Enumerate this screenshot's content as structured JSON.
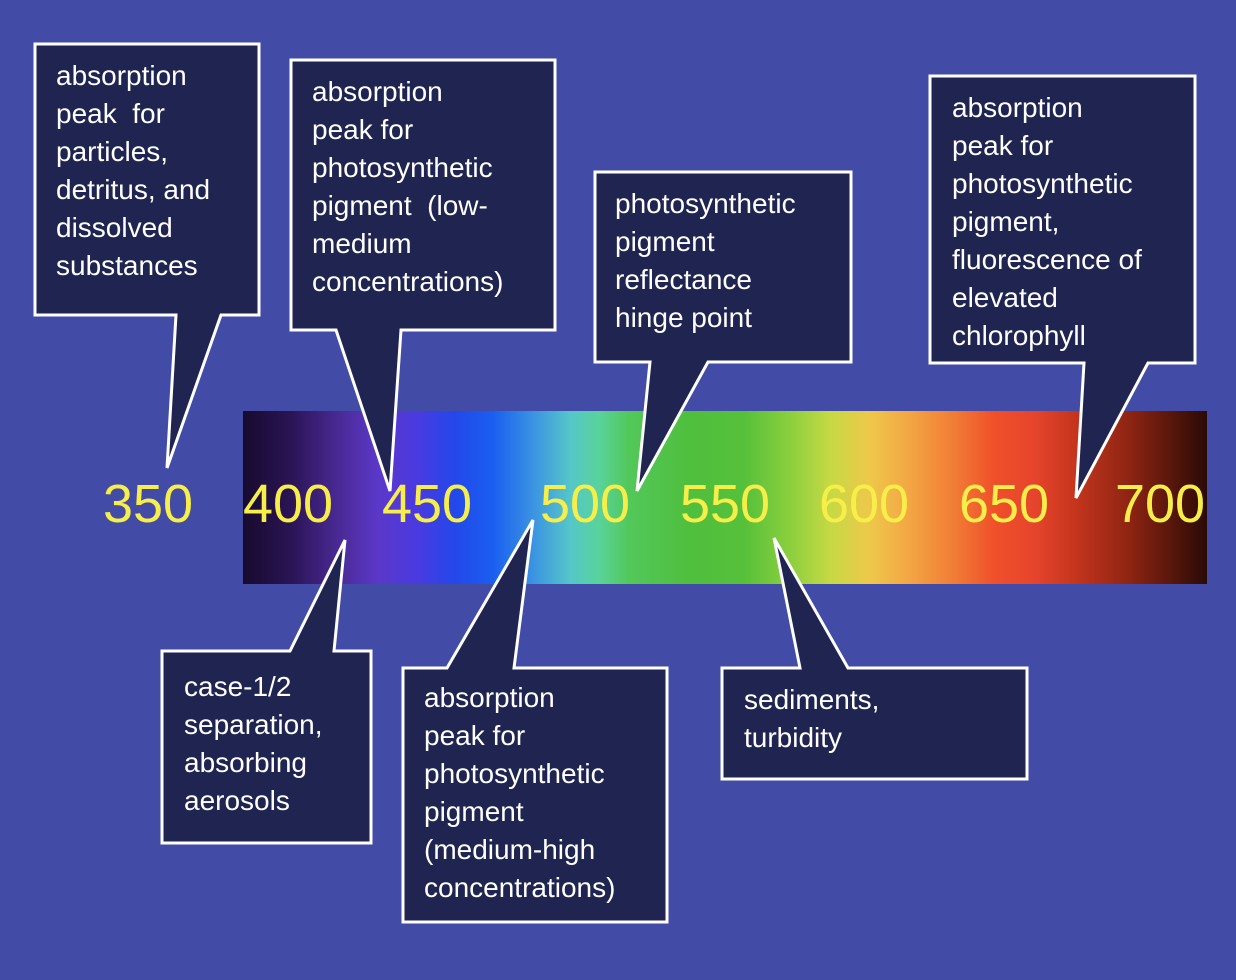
{
  "spectrum": {
    "tick_labels": [
      "350",
      "400",
      "450",
      "500",
      "550",
      "600",
      "650",
      "700"
    ]
  },
  "callouts": [
    {
      "id": "particles-detritus",
      "text": "absorption\npeak  for\nparticles,\ndetritus, and\ndissolved\nsubstances"
    },
    {
      "id": "pigment-low-medium",
      "text": "absorption\npeak for\nphotosynthetic\npigment  (low-\nmedium\nconcentrations)"
    },
    {
      "id": "hinge-point",
      "text": "photosynthetic\npigment\nreflectance\nhinge point"
    },
    {
      "id": "elevated-chlorophyll",
      "text": "absorption\npeak for\nphotosynthetic\npigment,\nfluorescence of\nelevated\nchlorophyll"
    },
    {
      "id": "case-separation",
      "text": "case-1/2\nseparation,\nabsorbing\naerosols"
    },
    {
      "id": "pigment-medium-high",
      "text": "absorption\npeak for\nphotosynthetic\npigment\n(medium-high\nconcentrations)"
    },
    {
      "id": "sediments",
      "text": "sediments,\nturbidity"
    }
  ],
  "colors": {
    "background": "#424ca6",
    "callout_fill": "#1f2550",
    "callout_border": "#ffffff",
    "tick_label": "#f7ee4a"
  }
}
